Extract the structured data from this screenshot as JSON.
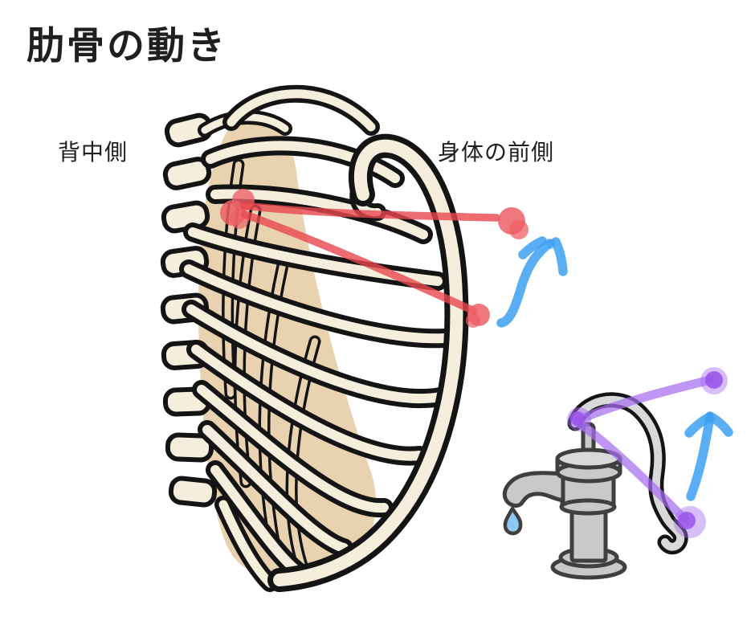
{
  "page": {
    "title": "肋骨の動き"
  },
  "labels": {
    "back_side": "背中側",
    "front_side": "身体の前側"
  },
  "figures": {
    "ribcage": "rib-cage-lateral-view-illustration",
    "pump": "hand-water-pump-illustration",
    "rib_annotation": "red-marker-rib-elevation-lines-with-end-dots",
    "rib_arrow": "blue-curved-up-arrow",
    "pump_annotation": "purple-marker-handle-motion-lines-with-end-dots",
    "pump_arrow": "blue-curved-up-arrow"
  },
  "colors": {
    "background": "#ffffff",
    "text": "#1f1f1f",
    "outline": "#141414",
    "bone": "#f6eedd",
    "bone_shadow": "#e8d2b0",
    "red_line": "#e8474f",
    "red_dot": "#ed5f66",
    "blue": "#3da0f2",
    "purple_line": "#a66ef0",
    "purple_dot": "#9b55ea",
    "pump_body": "#c9c9c9",
    "pump_light": "#d9d9d9",
    "pump_outline": "#3f3f3f",
    "water": "#8ec8f2"
  }
}
